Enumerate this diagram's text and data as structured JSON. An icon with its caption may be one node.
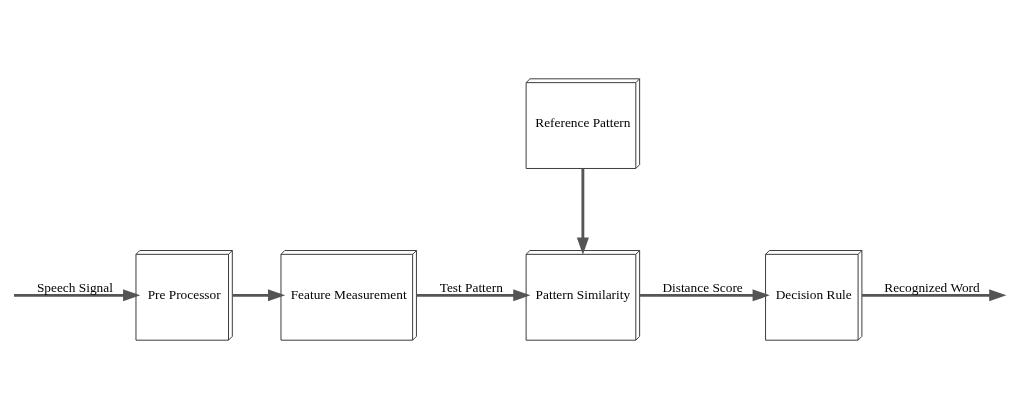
{
  "diagram": {
    "nodes": [
      {
        "text": [
          "Pre Processor"
        ]
      },
      {
        "text": [
          "Feature Measurement"
        ]
      },
      {
        "text": [
          "Pattern Similarity"
        ]
      },
      {
        "text": [
          "Decision Rule"
        ]
      },
      {
        "text": [
          "Reference Pattern"
        ]
      }
    ],
    "edges": [
      {
        "from": null,
        "to": 0,
        "arrow": "to",
        "label": "Speech Signal"
      },
      {
        "from": 0,
        "to": 1,
        "arrow": "to"
      },
      {
        "from": 1,
        "to": 2,
        "arrow": "to",
        "label": "Test Pattern"
      },
      {
        "from": 2,
        "to": 3,
        "arrow": "to",
        "label": "Distance Score"
      },
      {
        "from": 3,
        "to": null,
        "arrow": "to",
        "label": "Recognized Word"
      },
      {
        "from": 4,
        "to": 2,
        "arrow": "to"
      }
    ]
  }
}
